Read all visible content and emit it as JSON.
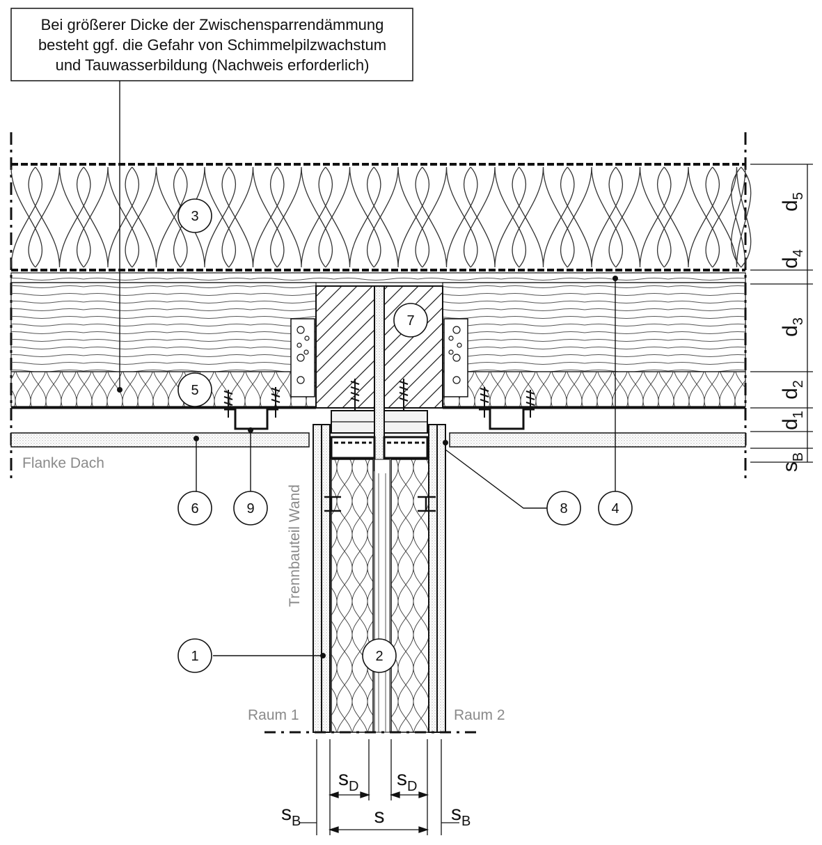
{
  "note": {
    "lines": [
      "Bei größerer Dicke der Zwischensparrendämmung",
      "besteht ggf. die Gefahr von Schimmelpilzwachstum",
      "und Tauwasserbildung (Nachweis erforderlich)"
    ]
  },
  "labels": {
    "flank": "Flanke Dach",
    "wall": "Trennbauteil Wand",
    "room1": "Raum 1",
    "room2": "Raum 2"
  },
  "markers": [
    "1",
    "2",
    "3",
    "4",
    "5",
    "6",
    "7",
    "8",
    "9"
  ],
  "dimensions": {
    "d5": {
      "base": "d",
      "sub": "5"
    },
    "d4": {
      "base": "d",
      "sub": "4"
    },
    "d3": {
      "base": "d",
      "sub": "3"
    },
    "d2": {
      "base": "d",
      "sub": "2"
    },
    "d1": {
      "base": "d",
      "sub": "1"
    },
    "sB_right": {
      "base": "s",
      "sub": "B"
    },
    "sD_left": {
      "base": "s",
      "sub": "D"
    },
    "sD_right": {
      "base": "s",
      "sub": "D"
    },
    "s": {
      "base": "s"
    },
    "sB_bottom_left": {
      "base": "s",
      "sub": "B"
    },
    "sB_bottom_right": {
      "base": "s",
      "sub": "B"
    }
  }
}
